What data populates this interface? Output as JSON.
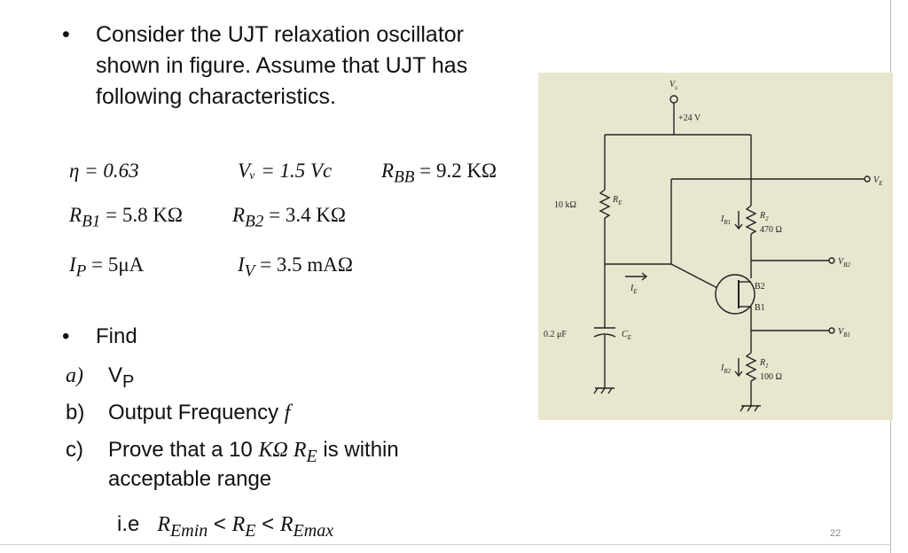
{
  "problem": {
    "bullet": "•",
    "text_lines": [
      "Consider the UJT relaxation oscillator",
      "shown in figure. Assume that UJT has",
      "following characteristics."
    ]
  },
  "characteristics": {
    "eta": "η = 0.63",
    "vv": "Vᵥ = 1.5 Vc",
    "rbb": "R",
    "rbb_sub": "BB",
    "rbb_val": " = 9.2 KΩ",
    "rb1": "R",
    "rb1_sub": "B1",
    "rb1_val": " = 5.8 KΩ",
    "rb2": "R",
    "rb2_sub": "B2",
    "rb2_val": " = 3.4 KΩ",
    "ip": "I",
    "ip_sub": "P",
    "ip_val": " = 5μA",
    "iv": "I",
    "iv_sub": "V",
    "iv_val": " = 3.5 mAΩ"
  },
  "find": {
    "bullet": "•",
    "label": "Find"
  },
  "parts": {
    "a_mark": "a)",
    "a_text": "V",
    "a_sub": "P",
    "b_mark": "b)",
    "b_text": "Output Frequency ",
    "b_var": "f",
    "c_mark": "c)",
    "c_text_1": "Prove that a 10 ",
    "c_math_1": "KΩ R",
    "c_math_sub": "E",
    "c_text_2": " is within",
    "c_text_3": "acceptable range"
  },
  "ie": {
    "prefix": "i.e",
    "r1": "R",
    "r1_sub": "Emin",
    "lt1": " < ",
    "r2": "R",
    "r2_sub": "E",
    "lt2": " < ",
    "r3": "R",
    "r3_sub": "Emax"
  },
  "page_number": "22",
  "circuit": {
    "vs": "V",
    "vs_sub": "s",
    "supply": "+24 V",
    "re_value": "10 kΩ",
    "re_label": "R",
    "re_sub": "E",
    "ie_label": "I",
    "ie_sub": "E",
    "ce_value": "0.2 μF",
    "ce_label": "C",
    "ce_sub": "E",
    "ir1": "I",
    "ir1_sub": "R1",
    "r2_label": "R",
    "r2_sub": "2",
    "r2_value": "470 Ω",
    "ir2": "I",
    "ir2_sub": "R2",
    "r1_label": "R",
    "r1_sub": "1",
    "r1_value": "100 Ω",
    "b2": "B2",
    "b1": "B1",
    "ve": "V",
    "ve_sub": "E",
    "vb2": "V",
    "vb2_sub": "B2",
    "vb1": "V",
    "vb1_sub": "B1"
  },
  "colors": {
    "paper": "#e9e6cf",
    "ink": "#222222"
  }
}
